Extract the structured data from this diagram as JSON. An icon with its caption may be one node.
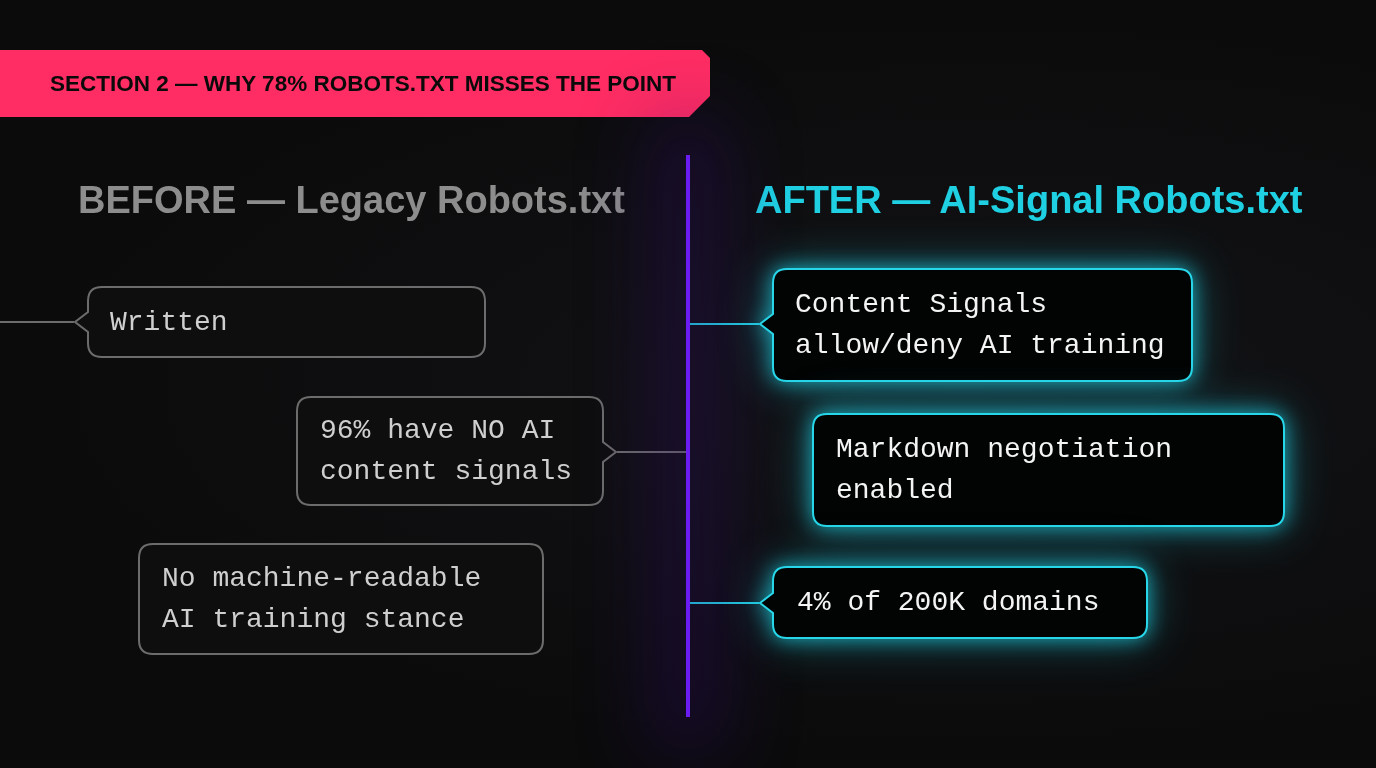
{
  "diagram": {
    "title": "SECTION 2 — WHY 78% ROBOTS.TXT MISSES THE POINT",
    "nodes": [
      {
        "text": [
          "Written"
        ]
      },
      {
        "text": [
          "96% have NO AI content signals"
        ]
      },
      {
        "text": [
          "No machine-readable AI training stance"
        ]
      },
      {
        "text": [],
        "shape": "bar"
      },
      {
        "text": [
          "Content Signals allow/deny AI training"
        ]
      },
      {
        "text": [
          "Markdown negotiation enabled"
        ]
      },
      {
        "text": [
          "4% of 200K domains"
        ]
      }
    ],
    "edges": [
      {
        "from": null,
        "to": 0,
        "arrow": "none"
      },
      {
        "from": 1,
        "to": 3,
        "arrow": "none"
      },
      {
        "from": 3,
        "to": 4,
        "arrow": "none",
        "color": "#22d3e6"
      },
      {
        "from": 3,
        "to": 6,
        "arrow": "none",
        "color": "#22d3e6"
      }
    ],
    "labels": [
      "BEFORE — Legacy Robots.txt",
      "AFTER — AI-Signal Robots.txt"
    ]
  }
}
